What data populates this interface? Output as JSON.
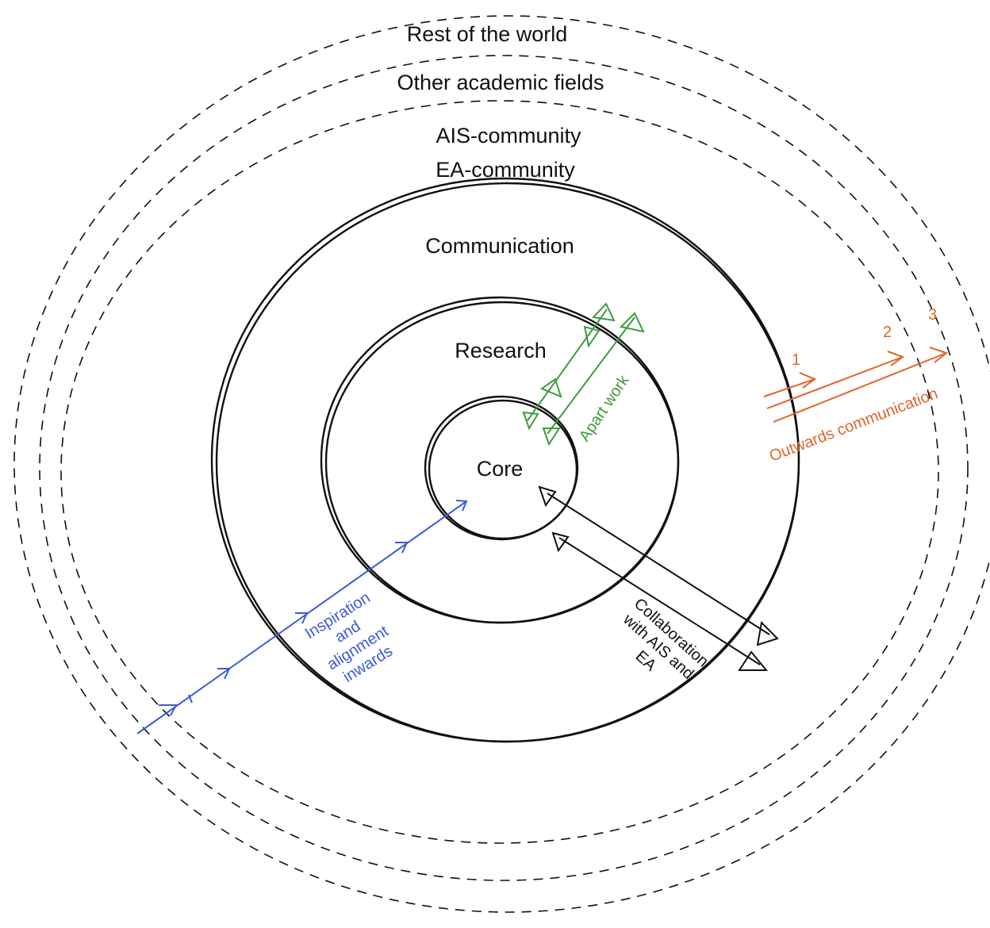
{
  "rings": {
    "core": "Core",
    "research": "Research",
    "communication": "Communication",
    "ea_community": "EA-community",
    "ais_community": "AIS-community",
    "other_fields": "Other academic fields",
    "rest_of_world": "Rest of the world"
  },
  "arrows": {
    "inspiration": [
      "Inspiration",
      "and",
      "alignment",
      "inwards"
    ],
    "apart_work": "Apart work",
    "collaboration": [
      "Collaboration",
      "with AIS and",
      "EA"
    ],
    "outwards": "Outwards communication",
    "outwards_steps": [
      "1",
      "2",
      "3"
    ]
  },
  "colors": {
    "inspiration": "#3a5bd9",
    "apart_work": "#3f9a3f",
    "outwards": "#e0652a",
    "collaboration": "#111111"
  }
}
